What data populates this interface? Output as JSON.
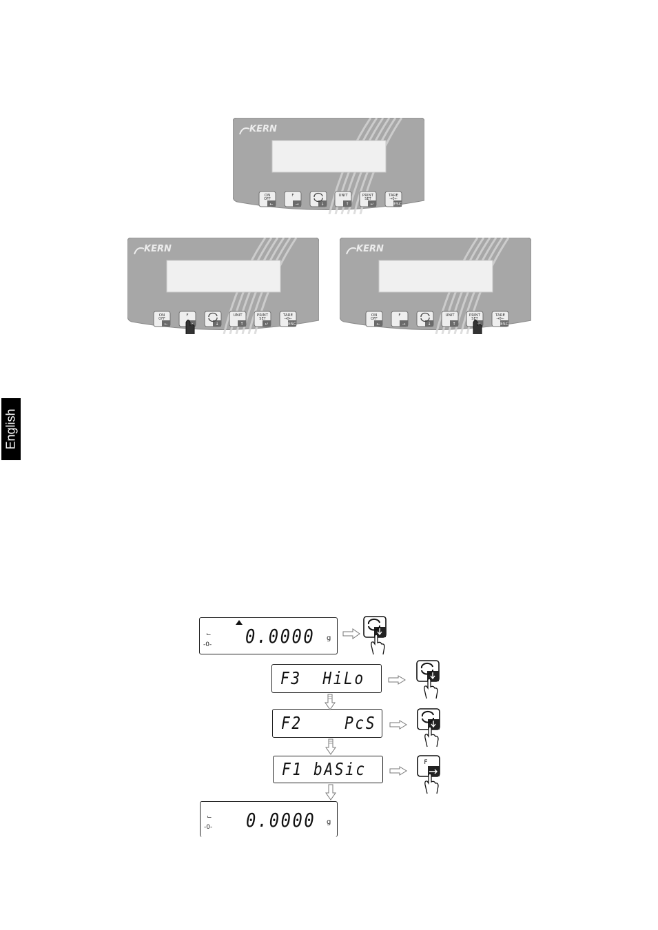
{
  "sidebar": {
    "language_tab": "English"
  },
  "panel": {
    "brand": "KERN",
    "keys": [
      {
        "line1": "ON",
        "line2": "OFF",
        "sub": "←"
      },
      {
        "line1": "F",
        "line2": "",
        "sub": "→"
      },
      {
        "line1": "",
        "line2": "",
        "sub": "↓",
        "icon": "refresh-icon"
      },
      {
        "line1": "UNIT",
        "line2": "",
        "sub": "↑"
      },
      {
        "line1": "PRINT",
        "line2": "SET",
        "sub": "↵"
      },
      {
        "line1": "TARE",
        "line2": "→0←",
        "sub": "ESC"
      }
    ]
  },
  "flow": {
    "start_reading": "0.0000",
    "unit": "g",
    "zero_indicator": "-0-",
    "stable_indicator": "⌙",
    "menu_steps": [
      {
        "display": "F3  HiLo"
      },
      {
        "display": "F2    PcS"
      },
      {
        "display": "F1 bASic"
      }
    ],
    "end_reading": "0.0000",
    "key_f_label": "F"
  }
}
